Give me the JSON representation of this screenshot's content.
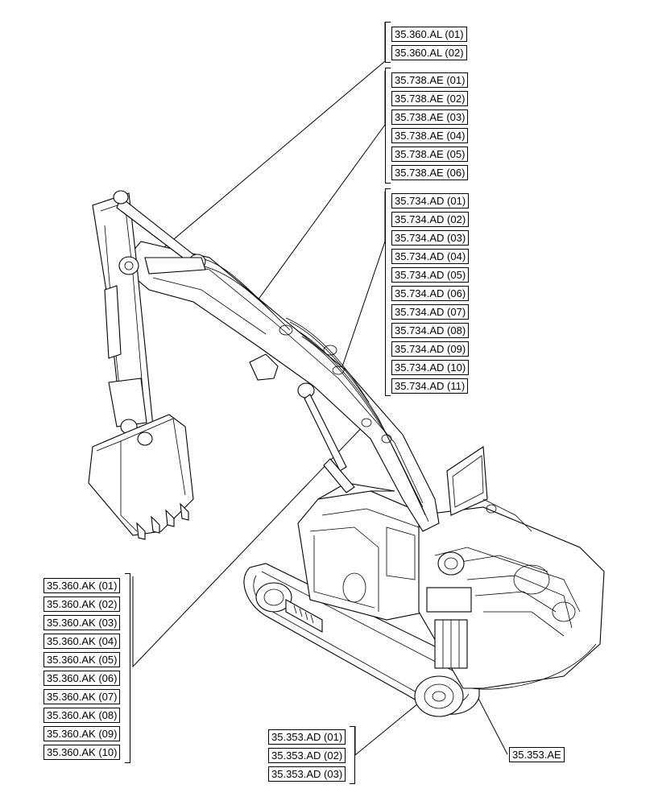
{
  "groups": {
    "al": [
      "35.360.AL (01)",
      "35.360.AL (02)"
    ],
    "ae738": [
      "35.738.AE (01)",
      "35.738.AE (02)",
      "35.738.AE (03)",
      "35.738.AE (04)",
      "35.738.AE (05)",
      "35.738.AE (06)"
    ],
    "ad734": [
      "35.734.AD (01)",
      "35.734.AD (02)",
      "35.734.AD (03)",
      "35.734.AD (04)",
      "35.734.AD (05)",
      "35.734.AD (06)",
      "35.734.AD (07)",
      "35.734.AD (08)",
      "35.734.AD (09)",
      "35.734.AD (10)",
      "35.734.AD (11)"
    ],
    "ak": [
      "35.360.AK (01)",
      "35.360.AK (02)",
      "35.360.AK (03)",
      "35.360.AK (04)",
      "35.360.AK (05)",
      "35.360.AK (06)",
      "35.360.AK (07)",
      "35.360.AK (08)",
      "35.360.AK (09)",
      "35.360.AK (10)"
    ],
    "ad353": [
      "35.353.AD (01)",
      "35.353.AD (02)",
      "35.353.AD (03)"
    ],
    "ae353": [
      "35.353.AE"
    ]
  }
}
